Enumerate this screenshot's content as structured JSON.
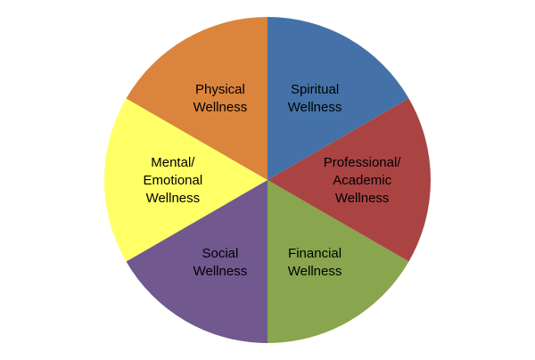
{
  "wheel": {
    "segments": [
      {
        "id": "spiritual",
        "lines": [
          "Spiritual",
          "Wellness"
        ],
        "color": "#4472A8",
        "share": 16.67
      },
      {
        "id": "professional",
        "lines": [
          "Professional/",
          "Academic",
          "Wellness"
        ],
        "color": "#AA4442",
        "share": 16.67
      },
      {
        "id": "financial",
        "lines": [
          "Financial",
          "Wellness"
        ],
        "color": "#89A54E",
        "share": 16.67
      },
      {
        "id": "social",
        "lines": [
          "Social",
          "Wellness"
        ],
        "color": "#71588F",
        "share": 16.67
      },
      {
        "id": "mental",
        "lines": [
          "Mental/",
          "Emotional",
          "Wellness"
        ],
        "color": "#FFFF66",
        "share": 16.67
      },
      {
        "id": "physical",
        "lines": [
          "Physical",
          "Wellness"
        ],
        "color": "#DB843D",
        "share": 16.67
      }
    ]
  }
}
